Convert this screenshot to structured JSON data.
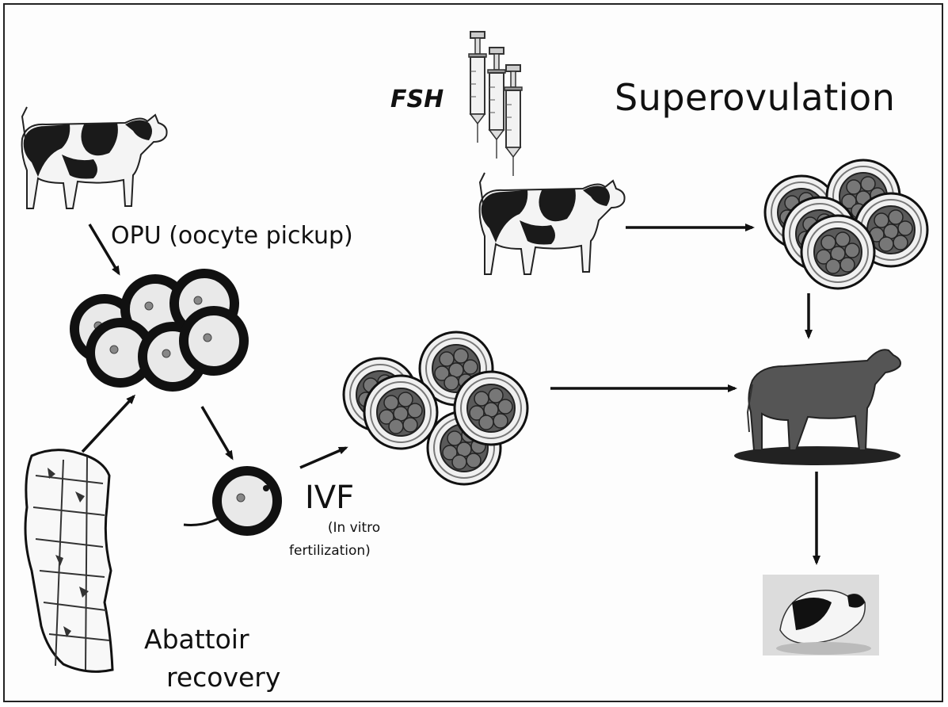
{
  "diagram": {
    "title": "Superovulation",
    "hormone_label": "FSH",
    "opu_label": "OPU (oocyte pickup)",
    "ivf_label": "IVF",
    "ivf_desc_line1": "(In vitro",
    "ivf_desc_line2": "fertilization)",
    "abattoir_line1": "Abattoir",
    "abattoir_line2": "recovery"
  },
  "colors": {
    "ink": "#111111",
    "cow_black": "#1a1a1a",
    "cow_white": "#f4f4f4",
    "recipient_cow": "#555555",
    "oocyte_fill": "#e8e8e8",
    "embryo_cells": "#6a6a6a"
  },
  "icons": [
    "syringe-icon",
    "donor-cow-icon",
    "oocyte-icon",
    "embryo-icon",
    "carcass-icon",
    "recipient-cow-icon",
    "calf-icon",
    "arrow-icon"
  ]
}
